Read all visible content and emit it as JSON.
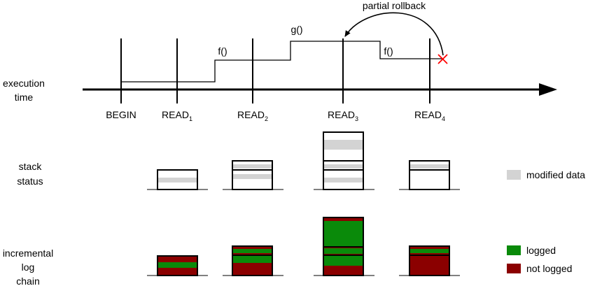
{
  "annotation": "partial rollback",
  "axis_label": [
    "execution",
    "time"
  ],
  "markers": [
    {
      "base": "BEGIN",
      "sub": ""
    },
    {
      "base": "READ",
      "sub": "1"
    },
    {
      "base": "READ",
      "sub": "2"
    },
    {
      "base": "READ",
      "sub": "3"
    },
    {
      "base": "READ",
      "sub": "4"
    }
  ],
  "functions": [
    "f()",
    "g()",
    "f()"
  ],
  "row_labels": {
    "stack": [
      "stack",
      "status"
    ],
    "log": [
      "incremental",
      "log",
      "chain"
    ]
  },
  "legend": {
    "modified": "modified data",
    "logged": "logged",
    "not_logged": "not logged"
  },
  "colors": {
    "modified": "#d3d3d3",
    "logged": "#0a8a0a",
    "not_logged": "#8b0000",
    "rollback_mark": "#ff0000"
  },
  "icons": {
    "rollback_mark": "cross-icon",
    "axis_arrow": "arrow-right-icon"
  }
}
